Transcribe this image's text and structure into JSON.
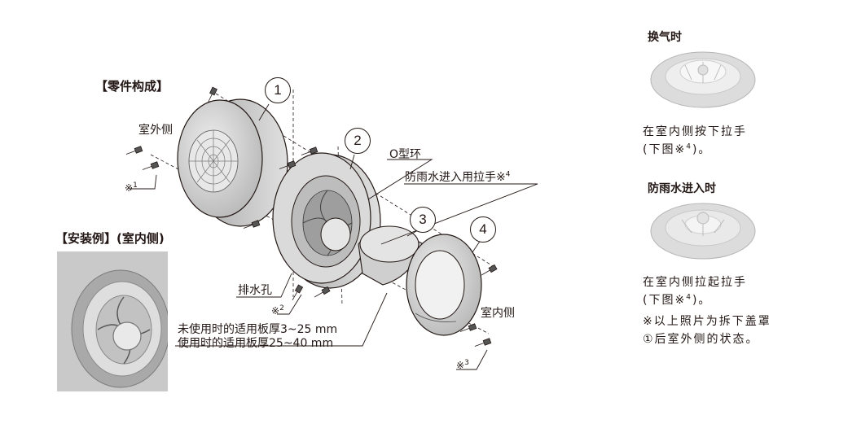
{
  "labels": {
    "parts_title": "【零件构成】",
    "outdoor_side": "室外侧",
    "install_example": "【安装例】(室内侧)",
    "o_ring": "O型环",
    "rain_handle": "防雨水进入用拉手※",
    "rain_handle_sup": "4",
    "drain_hole": "排水孔",
    "mark1": "※",
    "mark1_sup": "1",
    "mark2": "※",
    "mark2_sup": "2",
    "mark3": "※",
    "mark3_sup": "3",
    "thickness_unused": "未使用时的适用板厚3~25 mm",
    "thickness_used": "使用时的适用板厚25~40 mm",
    "indoor_side": "室内侧"
  },
  "part_numbers": [
    "1",
    "2",
    "3",
    "4"
  ],
  "right_panel": {
    "ventilation_title": "换气时",
    "ventilation_desc_1": "在室内侧按下拉手",
    "ventilation_desc_2a": "(下图※",
    "ventilation_desc_2_sup": "4",
    "ventilation_desc_2b": ")。",
    "rain_title": "防雨水进入时",
    "rain_desc_1": "在室内侧拉起拉手",
    "rain_desc_2a": "(下图※",
    "rain_desc_2_sup": "4",
    "rain_desc_2b": ")。",
    "photo_note": "※以上照片为拆下盖罩①后室外侧的状态。"
  },
  "colors": {
    "line": "#231815",
    "part_fill": "#d9d9d9",
    "part_dark": "#8c8c8c",
    "photo_bg": "#c9c9c9"
  }
}
